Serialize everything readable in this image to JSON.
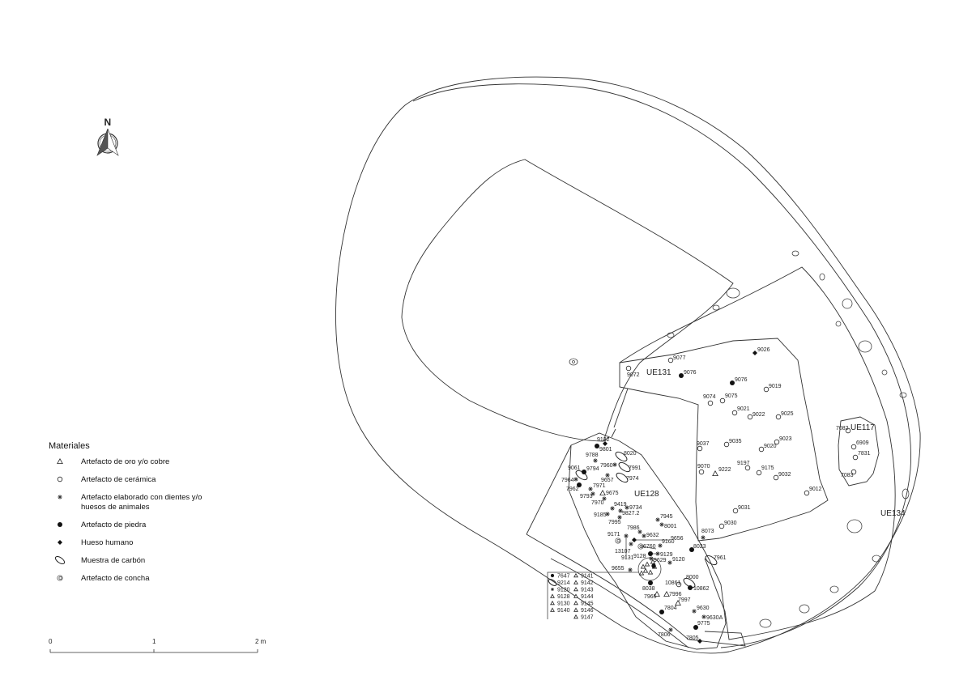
{
  "north_arrow": {
    "label": "N"
  },
  "units": [
    "UE131",
    "UE128",
    "UE117",
    "UE134"
  ],
  "legend": {
    "title": "Materiales",
    "items": [
      {
        "symbol": "triangle",
        "label": "Artefacto de oro y/o cobre"
      },
      {
        "symbol": "circle",
        "label": "Artefacto de cerámica"
      },
      {
        "symbol": "asterisk",
        "label": "Artefacto elaborado con dientes y/o huesos de animales"
      },
      {
        "symbol": "dot",
        "label": "Artefacto de piedra"
      },
      {
        "symbol": "diamond",
        "label": "Hueso humano"
      },
      {
        "symbol": "ellipse",
        "label": "Muestra de carbón"
      },
      {
        "symbol": "spiral",
        "label": "Artefacto de concha"
      }
    ]
  },
  "scale": {
    "ticks": [
      "0",
      "1",
      "2 m"
    ]
  },
  "finds": [
    {
      "id": "9072",
      "type": "circle"
    },
    {
      "id": "9077",
      "type": "circle"
    },
    {
      "id": "9076",
      "type": "dot"
    },
    {
      "id": "9026",
      "type": "diamond"
    },
    {
      "id": "9076",
      "type": "dot"
    },
    {
      "id": "9019",
      "type": "circle"
    },
    {
      "id": "9074",
      "type": "circle"
    },
    {
      "id": "9075",
      "type": "circle"
    },
    {
      "id": "9021",
      "type": "circle"
    },
    {
      "id": "9022",
      "type": "circle"
    },
    {
      "id": "9025",
      "type": "circle"
    },
    {
      "id": "9037",
      "type": "circle"
    },
    {
      "id": "9035",
      "type": "circle"
    },
    {
      "id": "9023",
      "type": "circle"
    },
    {
      "id": "9020",
      "type": "circle"
    },
    {
      "id": "9070",
      "type": "circle"
    },
    {
      "id": "9222",
      "type": "triangle"
    },
    {
      "id": "9197",
      "type": "circle"
    },
    {
      "id": "9175",
      "type": "circle"
    },
    {
      "id": "9032",
      "type": "circle"
    },
    {
      "id": "9012",
      "type": "circle"
    },
    {
      "id": "9031",
      "type": "circle"
    },
    {
      "id": "9030",
      "type": "circle"
    },
    {
      "id": "8073",
      "type": "asterisk"
    },
    {
      "id": "8023",
      "type": "dot"
    },
    {
      "id": "7961",
      "type": "ellipse"
    },
    {
      "id": "7082",
      "type": "circle"
    },
    {
      "id": "6909",
      "type": "circle"
    },
    {
      "id": "7831",
      "type": "circle"
    },
    {
      "id": "7083",
      "type": "circle"
    },
    {
      "id": "9132",
      "type": "diamond"
    },
    {
      "id": "9801",
      "type": "dot"
    },
    {
      "id": "9788",
      "type": "asterisk"
    },
    {
      "id": "8020",
      "type": "ellipse"
    },
    {
      "id": "7960",
      "type": "asterisk"
    },
    {
      "id": "7991",
      "type": "ellipse"
    },
    {
      "id": "9061",
      "type": "ellipse"
    },
    {
      "id": "9794",
      "type": "dot"
    },
    {
      "id": "9657",
      "type": "asterisk"
    },
    {
      "id": "7974",
      "type": "ellipse"
    },
    {
      "id": "7964",
      "type": "asterisk"
    },
    {
      "id": "7962",
      "type": "dot"
    },
    {
      "id": "7971",
      "type": "asterisk"
    },
    {
      "id": "9675",
      "type": "triangle"
    },
    {
      "id": "9793",
      "type": "asterisk"
    },
    {
      "id": "7970",
      "type": "asterisk"
    },
    {
      "id": "9419",
      "type": "asterisk"
    },
    {
      "id": "9734",
      "type": "asterisk"
    },
    {
      "id": "9185",
      "type": "asterisk"
    },
    {
      "id": "9827.2",
      "type": "asterisk"
    },
    {
      "id": "7995",
      "type": "asterisk"
    },
    {
      "id": "7945",
      "type": "asterisk"
    },
    {
      "id": "8001",
      "type": "asterisk"
    },
    {
      "id": "7986",
      "type": "asterisk"
    },
    {
      "id": "9632",
      "type": "asterisk"
    },
    {
      "id": "9171",
      "type": "spiral"
    },
    {
      "id": "13107",
      "type": "asterisk"
    },
    {
      "id": "9656",
      "type": "diamond"
    },
    {
      "id": "6760",
      "type": "spiral"
    },
    {
      "id": "9160",
      "type": "asterisk"
    },
    {
      "id": "9128",
      "type": "dot"
    },
    {
      "id": "9129",
      "type": "asterisk"
    },
    {
      "id": "9629",
      "type": "asterisk"
    },
    {
      "id": "9131",
      "type": "asterisk"
    },
    {
      "id": "9120",
      "type": "asterisk"
    },
    {
      "id": "9655",
      "type": "asterisk"
    },
    {
      "id": "8038",
      "type": "dot"
    },
    {
      "id": "10861",
      "type": "circle"
    },
    {
      "id": "8000",
      "type": "ellipse"
    },
    {
      "id": "10862",
      "type": "dot"
    },
    {
      "id": "7965",
      "type": "triangle"
    },
    {
      "id": "7996",
      "type": "triangle"
    },
    {
      "id": "7997",
      "type": "triangle"
    },
    {
      "id": "7804",
      "type": "dot"
    },
    {
      "id": "9630",
      "type": "asterisk"
    },
    {
      "id": "9630A",
      "type": "asterisk"
    },
    {
      "id": "9775",
      "type": "dot"
    },
    {
      "id": "7806",
      "type": "asterisk"
    },
    {
      "id": "7805",
      "type": "diamond"
    }
  ],
  "cluster_key": [
    {
      "id": "7647",
      "type": "dot"
    },
    {
      "id": "9214",
      "type": "ellipse"
    },
    {
      "id": "9120",
      "type": "asterisk"
    },
    {
      "id": "9128",
      "type": "triangle"
    },
    {
      "id": "9130",
      "type": "triangle"
    },
    {
      "id": "9140",
      "type": "triangle"
    },
    {
      "id": "9141",
      "type": "triangle"
    },
    {
      "id": "9142",
      "type": "triangle"
    },
    {
      "id": "9143",
      "type": "triangle"
    },
    {
      "id": "9144",
      "type": "triangle"
    },
    {
      "id": "9145",
      "type": "triangle"
    },
    {
      "id": "9146",
      "type": "triangle"
    },
    {
      "id": "9147",
      "type": "triangle"
    }
  ]
}
